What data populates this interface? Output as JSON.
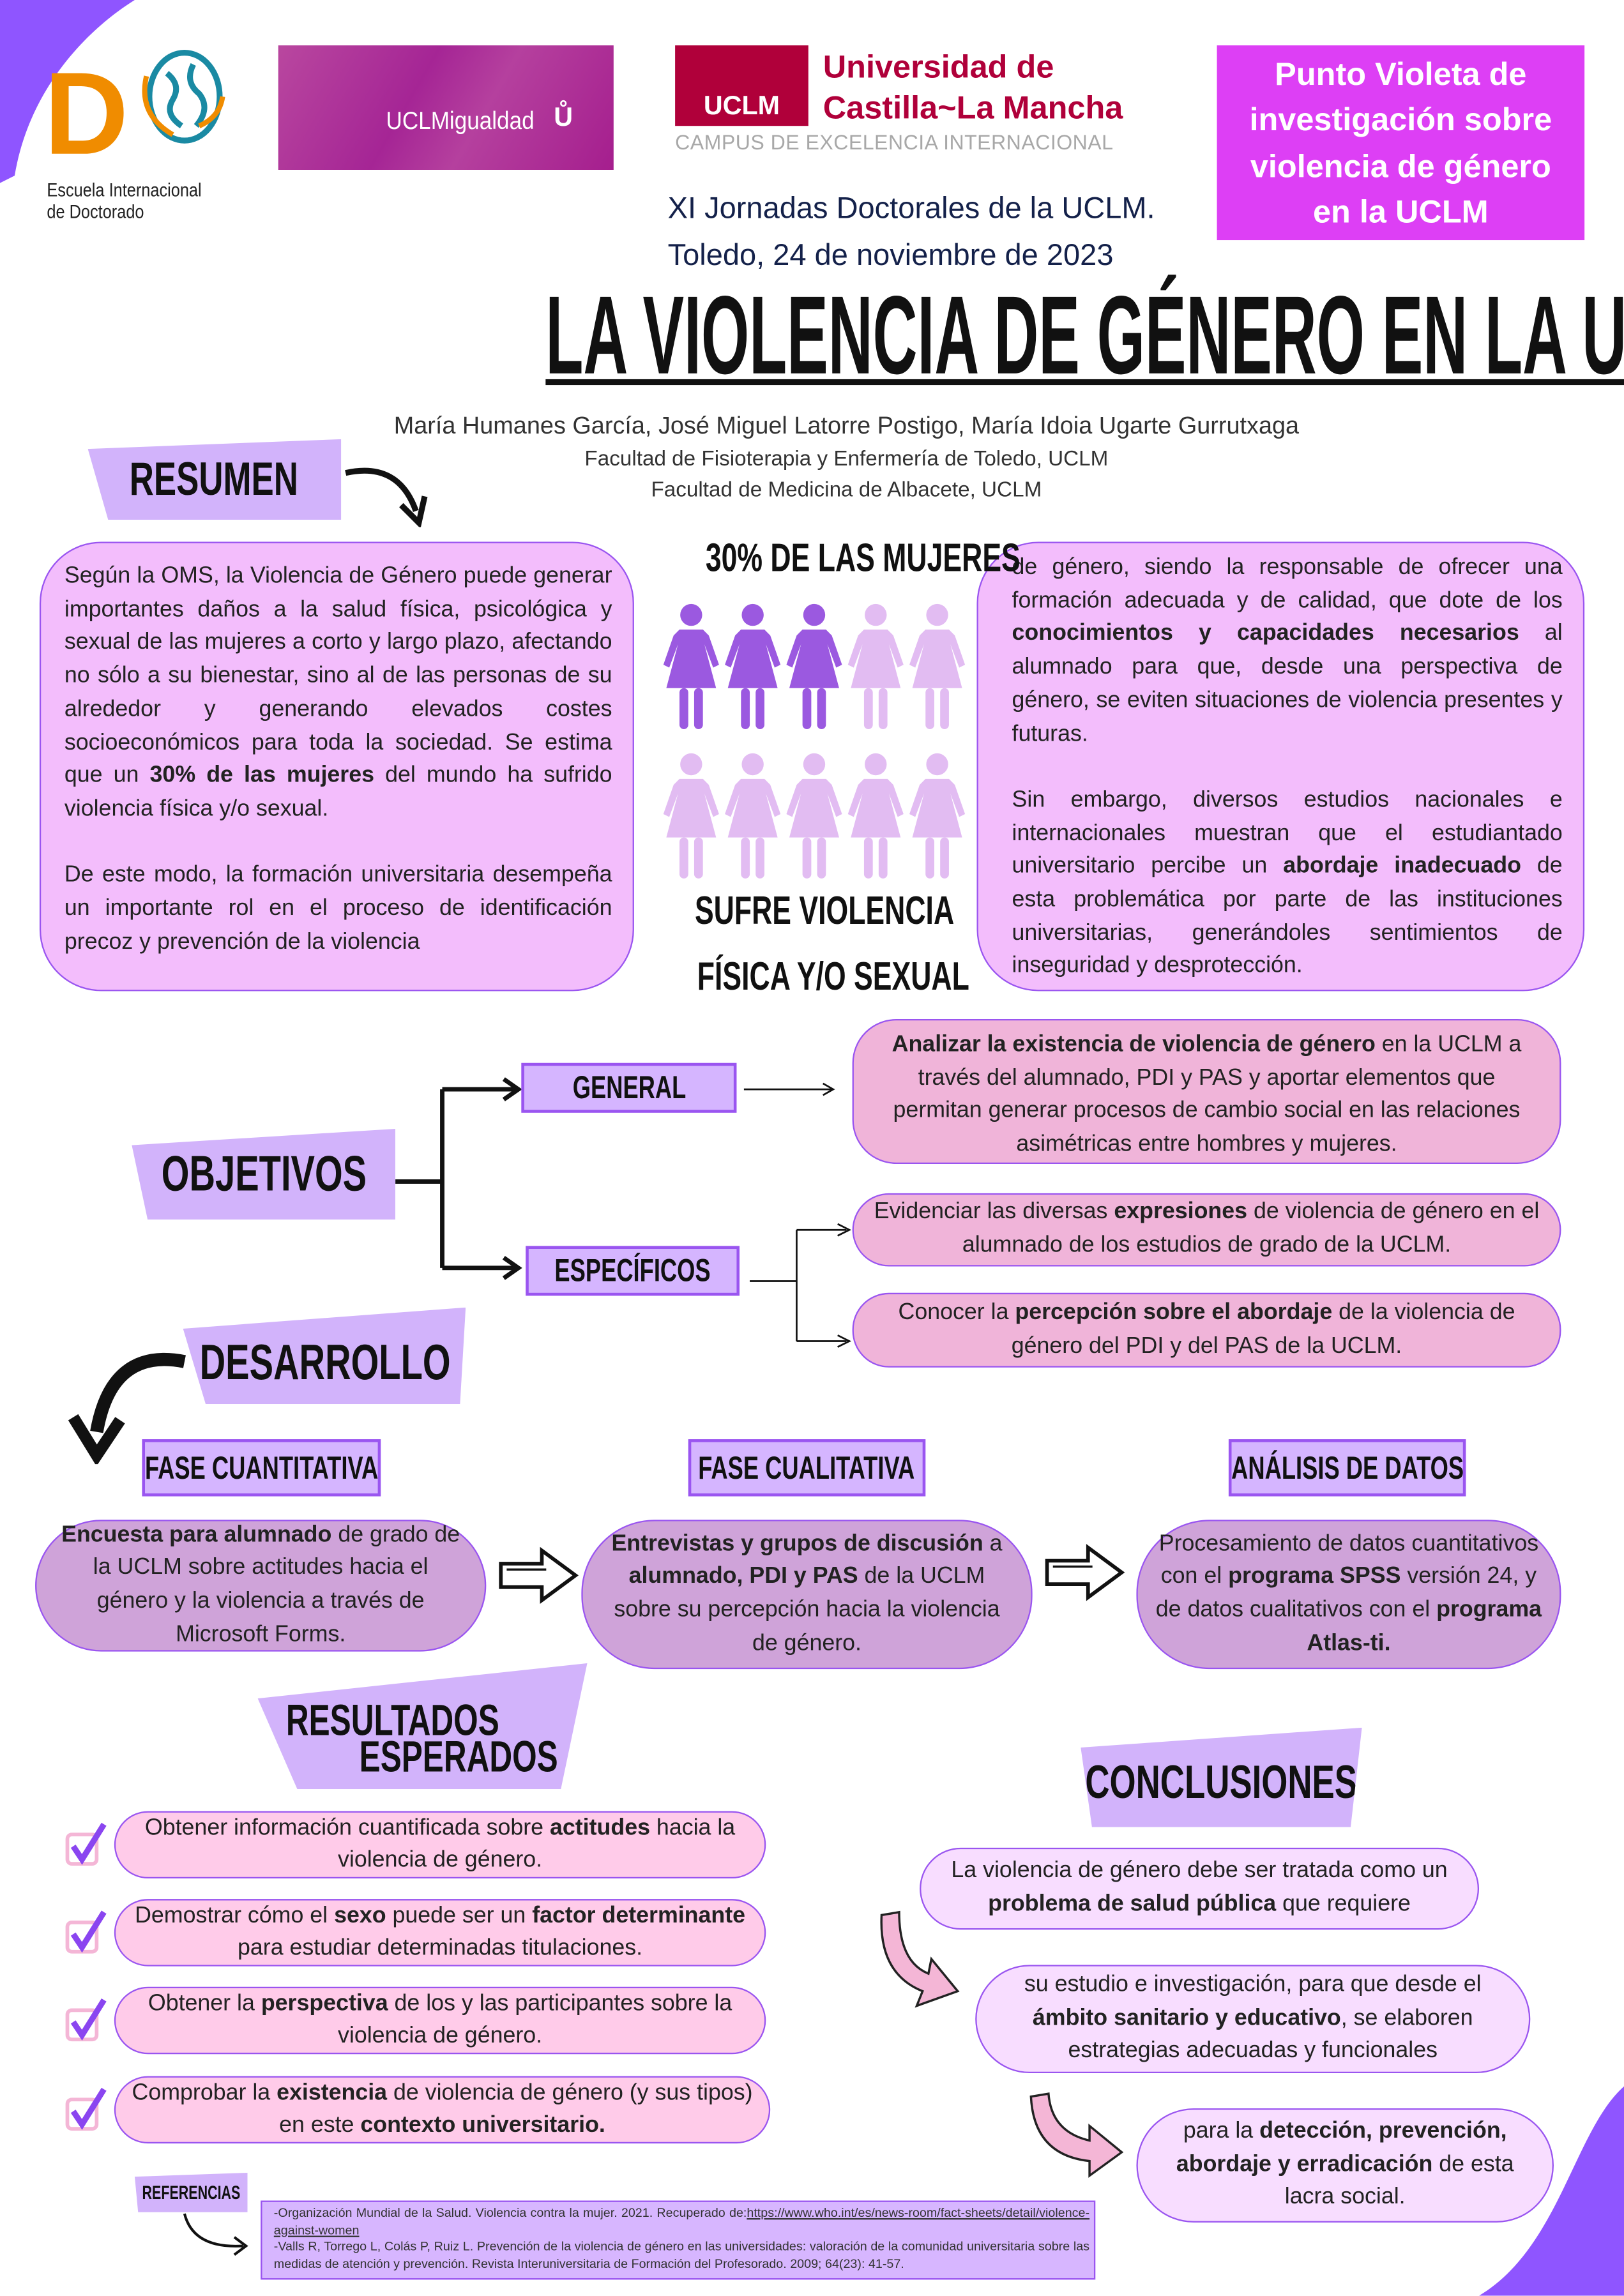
{
  "header": {
    "doctoral_school_logo_letter": "D",
    "doctoral_school_line1": "Escuela Internacional",
    "doctoral_school_line2": "de Doctorado",
    "igualdad_logo": "UCLMigualdad",
    "uclm_logo_mark": "UCLM",
    "university_line1": "Universidad de",
    "university_line2": "Castilla~La Mancha",
    "university_tagline": "CAMPUS DE EXCELENCIA INTERNACIONAL",
    "event_line1": "XI Jornadas Doctorales de la UCLM.",
    "event_line2": "Toledo, 24 de noviembre de 2023",
    "punto_violeta": [
      "Punto Violeta de",
      "investigación sobre",
      "violencia de género",
      "en la UCLM"
    ]
  },
  "title": "LA VIOLENCIA DE GÉNERO EN LA UCLM",
  "authors": "María Humanes García, José Miguel Latorre Postigo, María Idoia Ugarte Gurrutxaga",
  "affiliations": [
    "Facultad de Fisioterapia y Enfermería de Toledo, UCLM",
    "Facultad de Medicina de Albacete, UCLM"
  ],
  "resumen": {
    "heading": "RESUMEN",
    "left_p1": [
      {
        "t": "Según la OMS, la Violencia de Género puede generar importantes daños a la salud física, psicológica y sexual de las mujeres a corto y largo plazo, afectando no sólo a su bienestar, sino al de las personas de su alrededor y generando elevados costes socioeconómicos para toda la sociedad. Se estima que un "
      },
      {
        "t": "30% de las mujeres",
        "b": true
      },
      {
        "t": " del mundo ha sufrido violencia física y/o sexual."
      }
    ],
    "left_p2": [
      {
        "t": "De este modo, la formación universitaria desempeña un importante rol en el proceso de identificación precoz y prevención de la violencia"
      }
    ],
    "right_p1": [
      {
        "t": "de género, siendo la responsable de ofrecer una formación adecuada y de calidad, que dote de los "
      },
      {
        "t": "conocimientos y capacidades necesarios",
        "b": true
      },
      {
        "t": " al alumnado para que, desde una perspectiva de género, se eviten situaciones de violencia presentes y futuras."
      }
    ],
    "right_p2": [
      {
        "t": "Sin embargo, diversos estudios nacionales e internacionales muestran que el estudiantado universitario percibe un "
      },
      {
        "t": "abordaje inadecuado",
        "b": true
      },
      {
        "t": " de esta problemática por parte de las instituciones universitarias, generándoles sentimientos de inseguridad y desprotección."
      }
    ],
    "infographic": {
      "top": "30% DE LAS MUJERES",
      "bottom1": "SUFRE VIOLENCIA",
      "bottom2": "FÍSICA Y/O SEXUAL",
      "total_figures": 10,
      "highlighted_figures": 3,
      "highlight_color": "#9b59e0",
      "base_color": "#e2bcf2"
    }
  },
  "objetivos": {
    "heading": "OBJETIVOS",
    "general_label": "GENERAL",
    "especificos_label": "ESPECÍFICOS",
    "general": [
      {
        "t": "Analizar la existencia de violencia de género",
        "b": true
      },
      {
        "t": " en la UCLM a través del alumnado, PDI y PAS y aportar elementos que permitan generar procesos de cambio social en las relaciones asimétricas entre hombres y mujeres."
      }
    ],
    "especifico1": [
      {
        "t": "Evidenciar las diversas "
      },
      {
        "t": "expresiones",
        "b": true
      },
      {
        "t": " de violencia de género en el alumnado de los estudios de grado de la UCLM."
      }
    ],
    "especifico2": [
      {
        "t": "Conocer la "
      },
      {
        "t": "percepción sobre el abordaje",
        "b": true
      },
      {
        "t": " de la violencia de género del PDI y del PAS de la UCLM."
      }
    ]
  },
  "desarrollo": {
    "heading": "DESARROLLO",
    "phases": [
      {
        "label": "FASE CUANTITATIVA",
        "text": [
          {
            "t": "Encuesta para alumnado",
            "b": true
          },
          {
            "t": " de grado de la UCLM sobre actitudes hacia el género y la violencia a través de Microsoft Forms."
          }
        ]
      },
      {
        "label": "FASE CUALITATIVA",
        "text": [
          {
            "t": "Entrevistas y grupos de discusión",
            "b": true
          },
          {
            "t": " a "
          },
          {
            "t": "alumnado, PDI y PAS",
            "b": true
          },
          {
            "t": " de la UCLM sobre su percepción hacia la violencia de género."
          }
        ]
      },
      {
        "label": "ANÁLISIS DE DATOS",
        "text": [
          {
            "t": "Procesamiento de datos cuantitativos con el "
          },
          {
            "t": "programa SPSS",
            "b": true
          },
          {
            "t": " versión 24, y de datos cualitativos con el "
          },
          {
            "t": "programa Atlas-ti.",
            "b": true
          }
        ]
      }
    ]
  },
  "resultados": {
    "heading1": "RESULTADOS",
    "heading2": "ESPERADOS",
    "items": [
      [
        {
          "t": "Obtener información cuantificada sobre "
        },
        {
          "t": "actitudes",
          "b": true
        },
        {
          "t": " hacia la violencia de género."
        }
      ],
      [
        {
          "t": "Demostrar cómo el "
        },
        {
          "t": "sexo",
          "b": true
        },
        {
          "t": " puede ser un "
        },
        {
          "t": "factor determinante",
          "b": true
        },
        {
          "t": " para estudiar determinadas titulaciones."
        }
      ],
      [
        {
          "t": "Obtener la "
        },
        {
          "t": "perspectiva",
          "b": true
        },
        {
          "t": " de los y las participantes sobre la violencia de género."
        }
      ],
      [
        {
          "t": "Comprobar la "
        },
        {
          "t": "existencia",
          "b": true
        },
        {
          "t": " de violencia de género (y sus tipos)  en este "
        },
        {
          "t": "contexto universitario.",
          "b": true
        }
      ]
    ]
  },
  "conclusiones": {
    "heading": "CONCLUSIONES",
    "items": [
      [
        {
          "t": "La violencia de género debe ser tratada como un "
        },
        {
          "t": "problema de salud pública",
          "b": true
        },
        {
          "t": " que requiere"
        }
      ],
      [
        {
          "t": "su estudio e investigación, para que desde el "
        },
        {
          "t": "ámbito sanitario y educativo",
          "b": true
        },
        {
          "t": ", se elaboren estrategias adecuadas y funcionales"
        }
      ],
      [
        {
          "t": "para la "
        },
        {
          "t": "detección, prevención, abordaje y erradicación",
          "b": true
        },
        {
          "t": " de esta lacra social."
        }
      ]
    ]
  },
  "referencias": {
    "heading": "REFERENCIAS",
    "ref1": [
      {
        "t": "-Organización Mundial de la Salud. Violencia contra la mujer. 2021. Recuperado de:"
      },
      {
        "t": "https://www.who.int/es/news-room/fact-sheets/detail/violence-against-women",
        "u": true
      }
    ],
    "ref2": [
      {
        "t": "-Valls R, Torrego L, Colás P, Ruiz L. Prevención de la violencia de género en las universidades: valoración de la comunidad universitaria sobre las medidas de atención y prevención. Revista Interuniversitaria de Formación del Profesorado. 2009; 64(23): 41-57."
      }
    ]
  },
  "colors": {
    "accent_purple": "#9a55f0",
    "banner_lavender": "#d2b3fb",
    "punto_violeta": "#dd3ff5",
    "uclm_red": "#b0003a"
  }
}
